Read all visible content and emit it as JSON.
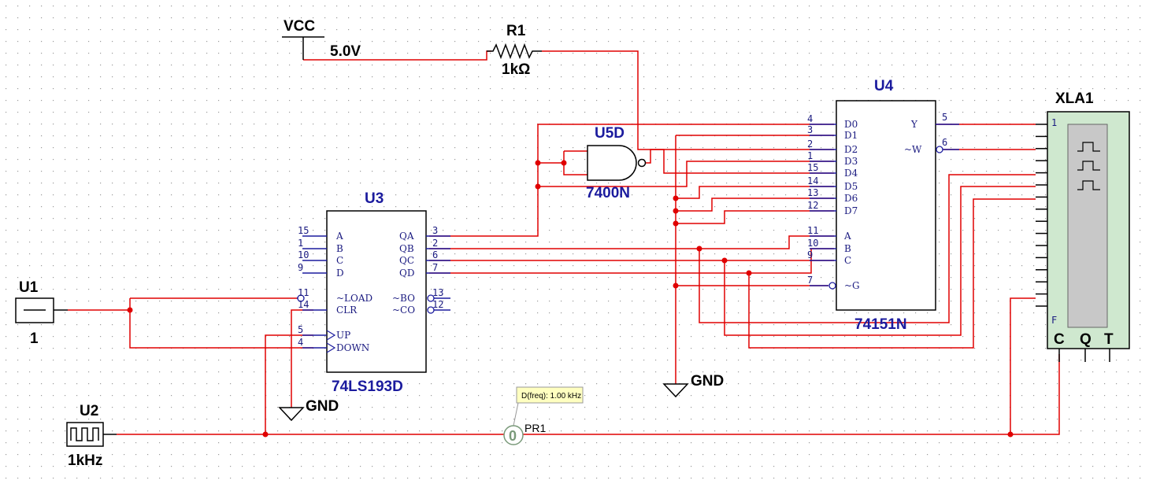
{
  "colors": {
    "wire": "#e00000",
    "part": "#1b1b9e",
    "black": "#000000",
    "grid": "#9a9a9a",
    "analyzer_body": "#cfe8cf",
    "analyzer_screen": "#c8c8c8",
    "probe_bg": "#ffffc0"
  },
  "vcc": {
    "name": "VCC",
    "value": "5.0V"
  },
  "r1": {
    "name": "R1",
    "value": "1kΩ"
  },
  "u1": {
    "name": "U1",
    "value": "1"
  },
  "u2": {
    "name": "U2",
    "value": "1kHz"
  },
  "gnd": "GND",
  "u5d": {
    "name": "U5D",
    "part": "7400N"
  },
  "u3": {
    "name": "U3",
    "part": "74LS193D",
    "left_pins": [
      {
        "num": "15",
        "label": "A"
      },
      {
        "num": "1",
        "label": "B"
      },
      {
        "num": "10",
        "label": "C"
      },
      {
        "num": "9",
        "label": "D"
      },
      {
        "num": "11",
        "label": "~LOAD"
      },
      {
        "num": "14",
        "label": "CLR"
      },
      {
        "num": "5",
        "label": "UP"
      },
      {
        "num": "4",
        "label": "DOWN"
      }
    ],
    "right_pins": [
      {
        "num": "3",
        "label": "QA"
      },
      {
        "num": "2",
        "label": "QB"
      },
      {
        "num": "6",
        "label": "QC"
      },
      {
        "num": "7",
        "label": "QD"
      },
      {
        "num": "13",
        "label": "~BO"
      },
      {
        "num": "12",
        "label": "~CO"
      }
    ]
  },
  "u4": {
    "name": "U4",
    "part": "74151N",
    "left_pins": [
      {
        "num": "4",
        "label": "D0"
      },
      {
        "num": "3",
        "label": "D1"
      },
      {
        "num": "2",
        "label": "D2"
      },
      {
        "num": "1",
        "label": "D3"
      },
      {
        "num": "15",
        "label": "D4"
      },
      {
        "num": "14",
        "label": "D5"
      },
      {
        "num": "13",
        "label": "D6"
      },
      {
        "num": "12",
        "label": "D7"
      },
      {
        "num": "11",
        "label": "A"
      },
      {
        "num": "10",
        "label": "B"
      },
      {
        "num": "9",
        "label": "C"
      },
      {
        "num": "7",
        "label": "~G"
      }
    ],
    "right_pins": [
      {
        "num": "5",
        "label": "Y"
      },
      {
        "num": "6",
        "label": "~W"
      }
    ]
  },
  "xla1": {
    "name": "XLA1",
    "pin_top": "1",
    "pin_bottom": "F",
    "bottom_labels": [
      "C",
      "Q",
      "T"
    ]
  },
  "probe": {
    "name": "PR1",
    "reading": "D(freq): 1.00 kHz",
    "value": "0"
  }
}
